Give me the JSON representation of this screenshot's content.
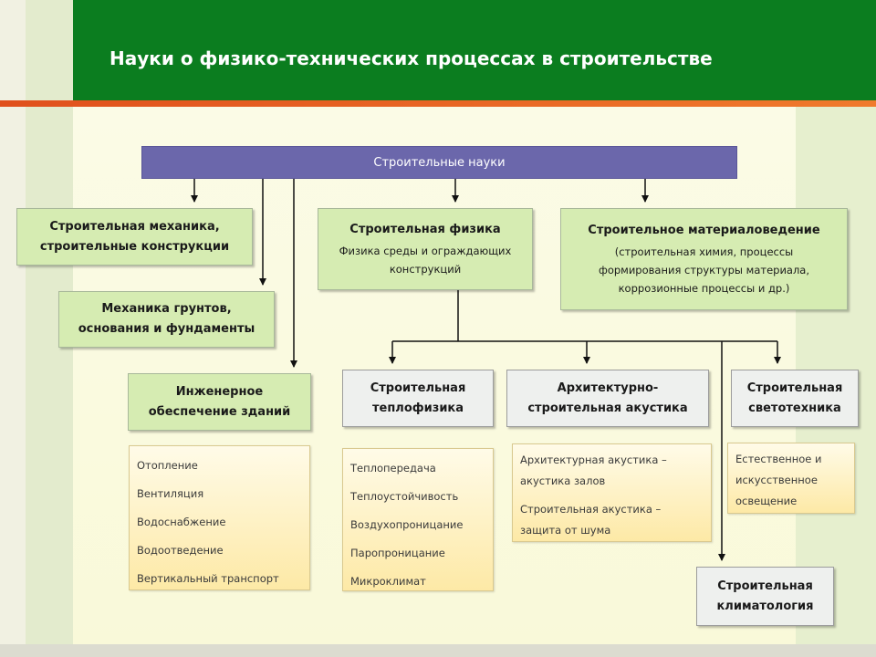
{
  "title": "Науки о физико-технических процессах в строительстве",
  "root": "Строительные науки",
  "mechanics": {
    "line1": "Строительная механика,",
    "line2": "строительные конструкции"
  },
  "physics": {
    "title": "Строительная физика",
    "sub1": "Физика среды и ограждающих",
    "sub2": "конструкций"
  },
  "materials": {
    "title": "Строительное материаловедение",
    "sub1": "(строительная химия, процессы",
    "sub2": "формирования структуры материала,",
    "sub3": "коррозионные процессы и др.)"
  },
  "soils": {
    "line1": "Механика грунтов,",
    "line2": "основания и фундаменты"
  },
  "engineering": {
    "line1": "Инженерное",
    "line2": "обеспечение зданий"
  },
  "thermal": {
    "line1": "Строительная",
    "line2": "теплофизика"
  },
  "acoustics": {
    "line1": "Архитектурно-",
    "line2": "строительная акустика"
  },
  "lighting": {
    "line1": "Строительная",
    "line2": "светотехника"
  },
  "climatology": {
    "line1": "Строительная",
    "line2": "климатология"
  },
  "engineering_list": [
    "Отопление",
    "Вентиляция",
    "Водоснабжение",
    "Водоотведение",
    "Вертикальный транспорт"
  ],
  "thermal_list": [
    "Теплопередача",
    "Теплоустойчивость",
    "Воздухопроницание",
    "Паропроницание",
    "Микроклимат"
  ],
  "acoustics_list": [
    "Архитектурная акустика –",
    "акустика залов",
    "Строительная акустика –",
    "защита от шума"
  ],
  "lighting_list": [
    "Естественное и",
    "искусственное",
    "освещение"
  ]
}
